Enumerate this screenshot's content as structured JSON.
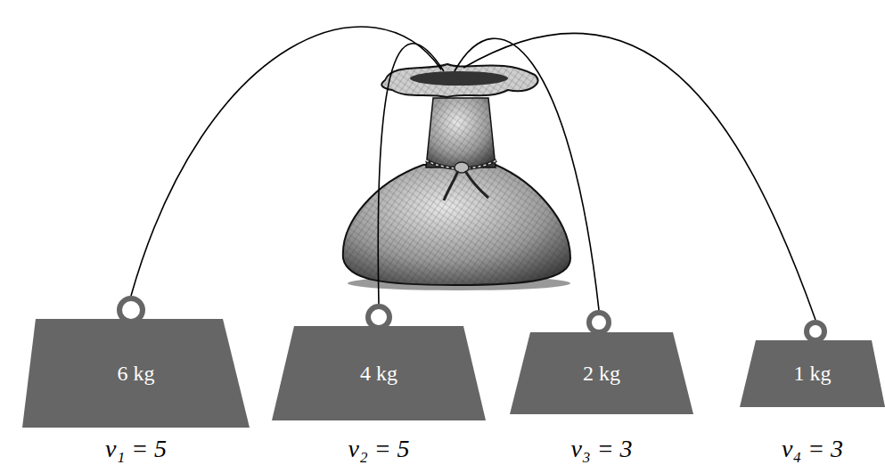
{
  "diagram": {
    "nodes": [
      {
        "text": [
          "6 kg",
          "v₁ = 5"
        ]
      },
      {
        "text": [
          "4 kg",
          "v₂ = 5"
        ]
      },
      {
        "text": [
          "2 kg",
          "v₃ = 3"
        ]
      },
      {
        "text": [
          "1 kg",
          "v₄ = 3"
        ]
      }
    ]
  }
}
